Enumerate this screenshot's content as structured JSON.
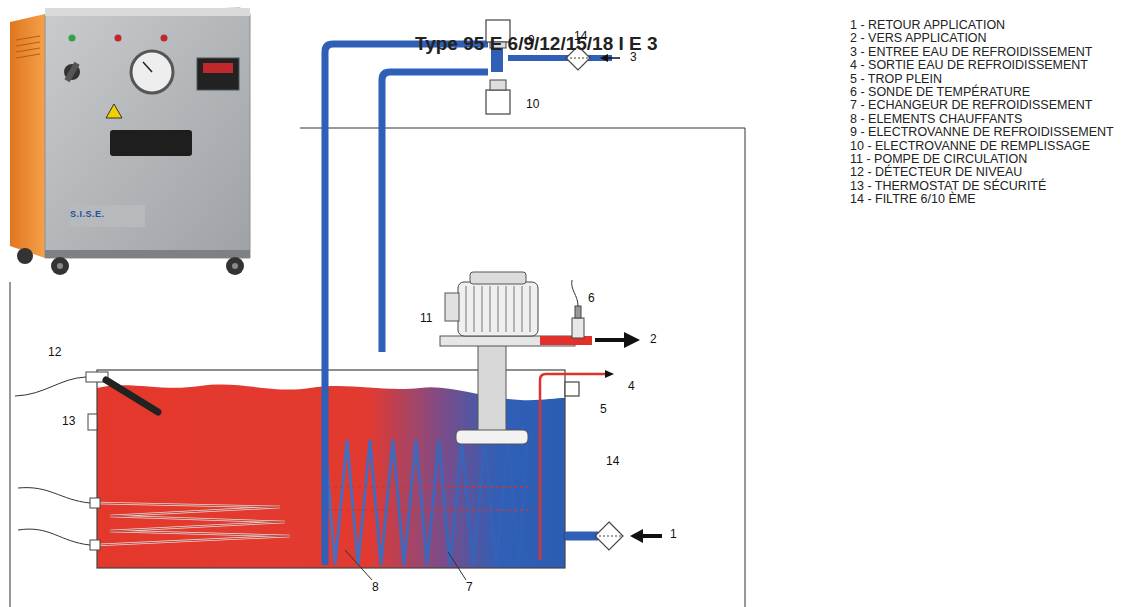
{
  "diagram": {
    "title": "Type 95 E 6/9/12/15/18 I E 3",
    "labels": [
      "1 - RETOUR APPLICATION",
      "2 - VERS APPLICATION",
      "3 - ENTREE EAU DE REFROIDISSEMENT",
      "4 - SORTIE EAU DE REFROIDISSEMENT",
      "5 - TROP PLEIN",
      "6 - SONDE DE TEMPÉRATURE",
      "7 - ECHANGEUR DE REFROIDISSEMENT",
      "8 - ELEMENTS CHAUFFANTS",
      "9 - ELECTROVANNE DE REFROIDISSEMENT",
      "10 - ELECTROVANNE DE REMPLISSAGE",
      "11 - POMPE DE CIRCULATION",
      "12 - DÉTECTEUR DE NIVEAU",
      "13 - THERMOSTAT DE SÉCURITÉ",
      "14 - FILTRE 6/10 ÈME",
      "9",
      "14",
      "3",
      "10",
      "11",
      "6",
      "2",
      "12",
      "4",
      "5",
      "13",
      "14",
      "1",
      "8",
      "7",
      "S.I.S.E."
    ]
  }
}
